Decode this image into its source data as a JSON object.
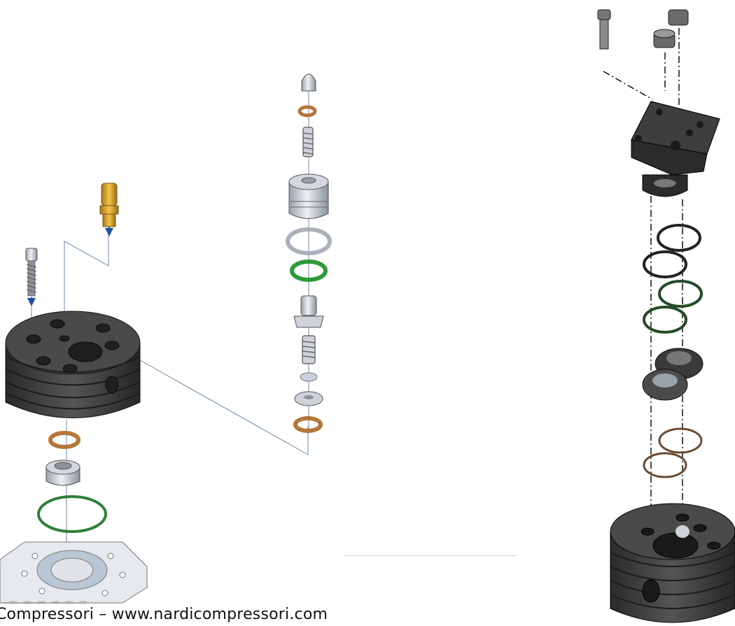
{
  "footer": {
    "text": "Compressori – www.nardicompressori.com"
  },
  "colors": {
    "line": "#6f8aa8",
    "arrow": "#1e4fa0",
    "metal_dark": "#3a3a3a",
    "metal_light": "#d4d8de",
    "copper": "#b5763a",
    "green_oring": "#2f9a3a",
    "brass": "#d6a022"
  },
  "assemblies": [
    {
      "name": "left-head-assembly"
    },
    {
      "name": "center-valve-assembly"
    },
    {
      "name": "right-head-assembly"
    }
  ]
}
